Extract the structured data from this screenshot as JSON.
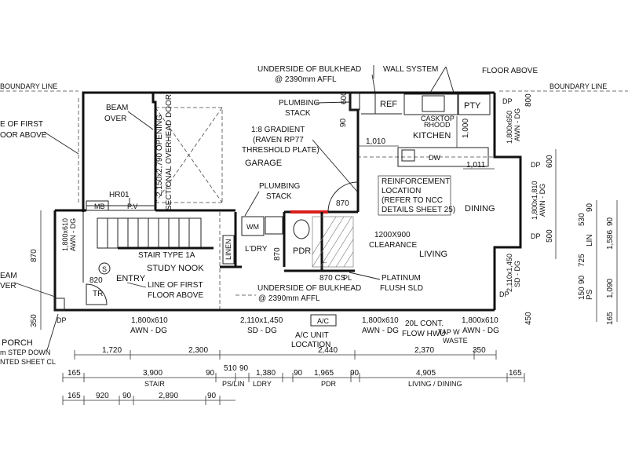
{
  "labels": {
    "underside_bulkhead_top": "UNDERSIDE OF BULKHEAD",
    "afl_top": "@ 2390mm AFFL",
    "wall_system": "WALL SYSTEM",
    "floor_above": "FLOOR ABOVE",
    "boundary_left": "BOUNDARY LINE",
    "boundary_right": "BOUNDARY LINE",
    "first_floor_left_1": "E OF FIRST",
    "first_floor_left_2": "OOR ABOVE",
    "beam_over_1": "BEAM",
    "beam_over_2": "OVER",
    "garage_door_1": "2,150x2,790 OPENING",
    "garage_door_2": "SECTIONAL OVERHEAD DOOR",
    "garage": "GARAGE",
    "plumbing_stack_top_1": "PLUMBING",
    "plumbing_stack_top_2": "STACK",
    "plumbing_stack_mid_1": "PLUMBING",
    "plumbing_stack_mid_2": "STACK",
    "gradient_1": "1:8 GRADIENT",
    "gradient_2": "(RAVEN RP77",
    "gradient_3": "THRESHOLD PLATE)",
    "ref": "REF",
    "pty": "PTY",
    "kitchen": "KITCHEN",
    "cooktop_1": "CASKTOP",
    "cooktop_2": "RHOOD",
    "dw": "DW",
    "reinf_1": "REINFORCEMENT",
    "reinf_2": "LOCATION",
    "reinf_3": "(REFER TO NCC",
    "reinf_4": "DETAILS SHEET 25)",
    "dining": "DINING",
    "living": "LIVING",
    "clearance_1": "1200X900",
    "clearance_2": "CLEARANCE",
    "hr01": "HR01",
    "mb": "MB",
    "pv": "P.V",
    "wm": "WM",
    "linen": "LINEN",
    "ldry": "L'DRY",
    "pdr": "PDR",
    "stair_type": "STAIR TYPE 1A",
    "study_nook": "STUDY NOOK",
    "entry": "ENTRY",
    "s_symbol": "S",
    "tr": "TR",
    "first_floor_mid_1": "LINE OF FIRST",
    "first_floor_mid_2": "FLOOR ABOVE",
    "underside_bulkhead_bottom": "UNDERSIDE OF BULKHEAD",
    "afl_bottom": "@ 2390mm AFFL",
    "cs_870": "870 CS",
    "pl": "PL",
    "platinum_1": "PLATINUM",
    "platinum_2": "FLUSH SLD",
    "ac": "A/C",
    "ac_unit_1": "A/C UNIT",
    "ac_unit_2": "LOCATION",
    "cont_flow_1": "20L CONT.",
    "cont_flow_2": "FLOW HWU",
    "tap_1": "TAP W",
    "tap_2": "WASTE",
    "porch": "PORCH",
    "step_down": "m STEP DOWN",
    "painted_sheet": "NTED SHEET CL",
    "eam": "EAM",
    "ver": "VER",
    "dp": "DP",
    "ps": "PS",
    "lin": "LIN"
  },
  "windows": {
    "top_right": "1,800x650",
    "top_right_type": "AWN - DG",
    "right_1": "1,800x1,810",
    "right_1_type": "AWN - DG",
    "right_2": "2,110x1,450",
    "right_2_type": "SD - DG",
    "left_front": "1,800x610",
    "left_front_type": "AWN - DG",
    "bottom_1": "1,800x610",
    "bottom_1_type": "AWN - DG",
    "bottom_2": "2,110x1,450",
    "bottom_2_type": "SD - DG",
    "bottom_3": "1,800x610",
    "bottom_3_type": "AWN - DG",
    "bottom_4": "1,800x610",
    "bottom_4_type": "AWN - DG"
  },
  "dims": {
    "d600": "600",
    "d800": "800",
    "d90_top": "90",
    "d1010": "1,010",
    "d1000": "1,000",
    "d1011": "1,011",
    "d870_top": "870",
    "d870_left": "870",
    "d820": "820",
    "d870_right": "870",
    "d350": "350",
    "d500": "500",
    "d450": "450",
    "d150": "150",
    "d530": "530",
    "d90_r1": "90",
    "d725": "725",
    "d90_r2": "90",
    "d1586": "1,586",
    "d90_r3": "90",
    "d1090": "1,090",
    "d165_r": "165",
    "row1": [
      "1,720",
      "2,300",
      "2,440",
      "2,370",
      "350"
    ],
    "row2": [
      "165",
      "3,900",
      "90",
      "510",
      "90",
      "1,380",
      "90",
      "1,965",
      "90",
      "4,905",
      "165"
    ],
    "row3": [
      "STAIR",
      "PS/LIN",
      "LDRY",
      "PDR",
      "LIVING / DINING"
    ],
    "row4": [
      "165",
      "920",
      "90",
      "2,890",
      "90"
    ]
  }
}
